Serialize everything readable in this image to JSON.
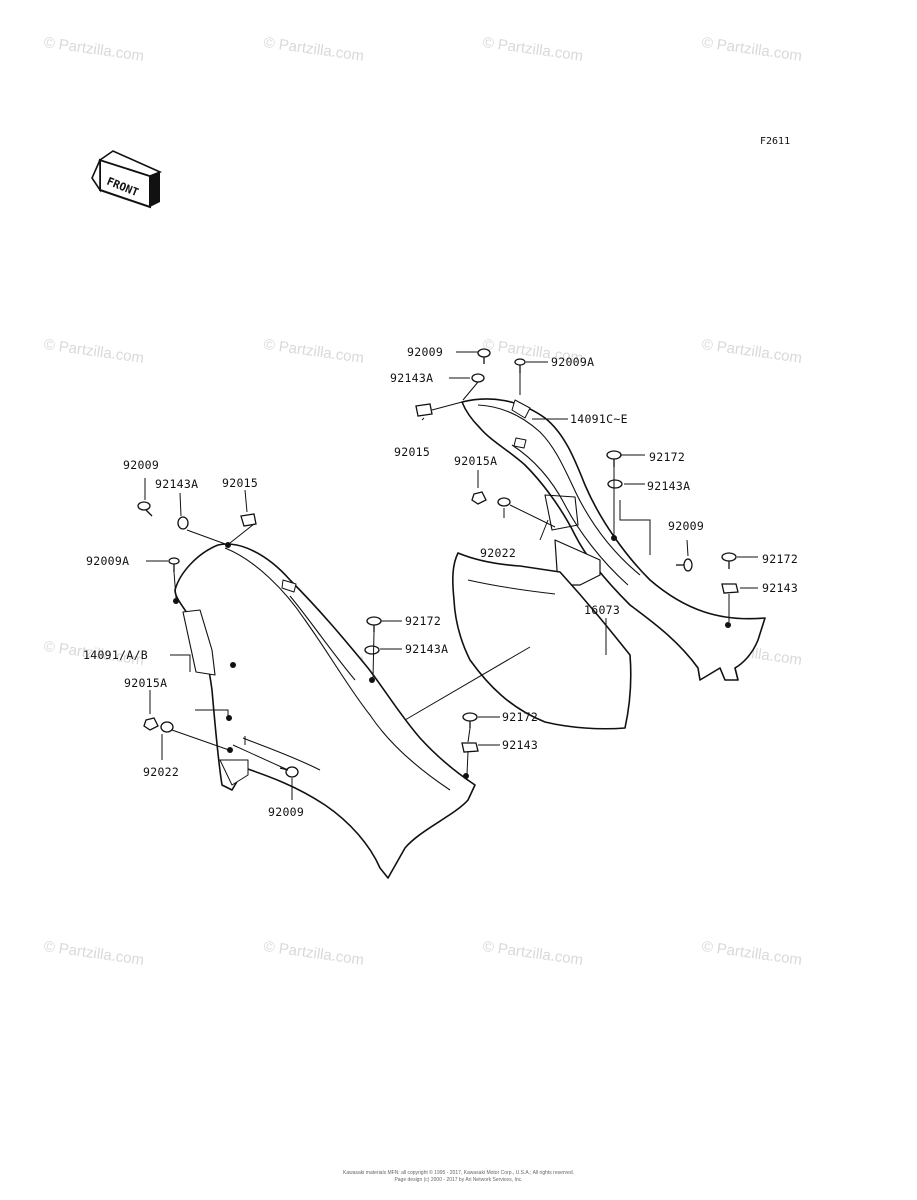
{
  "figure_code": "F2611",
  "front_marker": "FRONT",
  "watermark": "© Partzilla.com",
  "footer": {
    "line1": "Kawasaki materials MFN: all copyright © 1995 - 2017, Kawasaki Motor Corp., U.S.A.; All rights reserved.",
    "line2": "Page design (c) 2000 - 2017 by Ari Network Services, Inc."
  },
  "parts": {
    "p92009_right_top": "92009",
    "p92009A_right": "92009A",
    "p92143A_right_top": "92143A",
    "p14091CE": "14091C~E",
    "p92015_right": "92015",
    "p92015A_right": "92015A",
    "p92172_right_1": "92172",
    "p92143A_right_2": "92143A",
    "p92009_right_mid": "92009",
    "p92022_right": "92022",
    "p92172_right_2": "92172",
    "p92143_right": "92143",
    "p16073": "16073",
    "p92009_left_top": "92009",
    "p92143A_left_top": "92143A",
    "p92015_left": "92015",
    "p92009A_left": "92009A",
    "p92172_left_1": "92172",
    "p14091AB": "14091/A/B",
    "p92143A_left_2": "92143A",
    "p92015A_left": "92015A",
    "p92172_left_2": "92172",
    "p92143_left": "92143",
    "p92022_left": "92022",
    "p92009_left_bottom": "92009"
  }
}
